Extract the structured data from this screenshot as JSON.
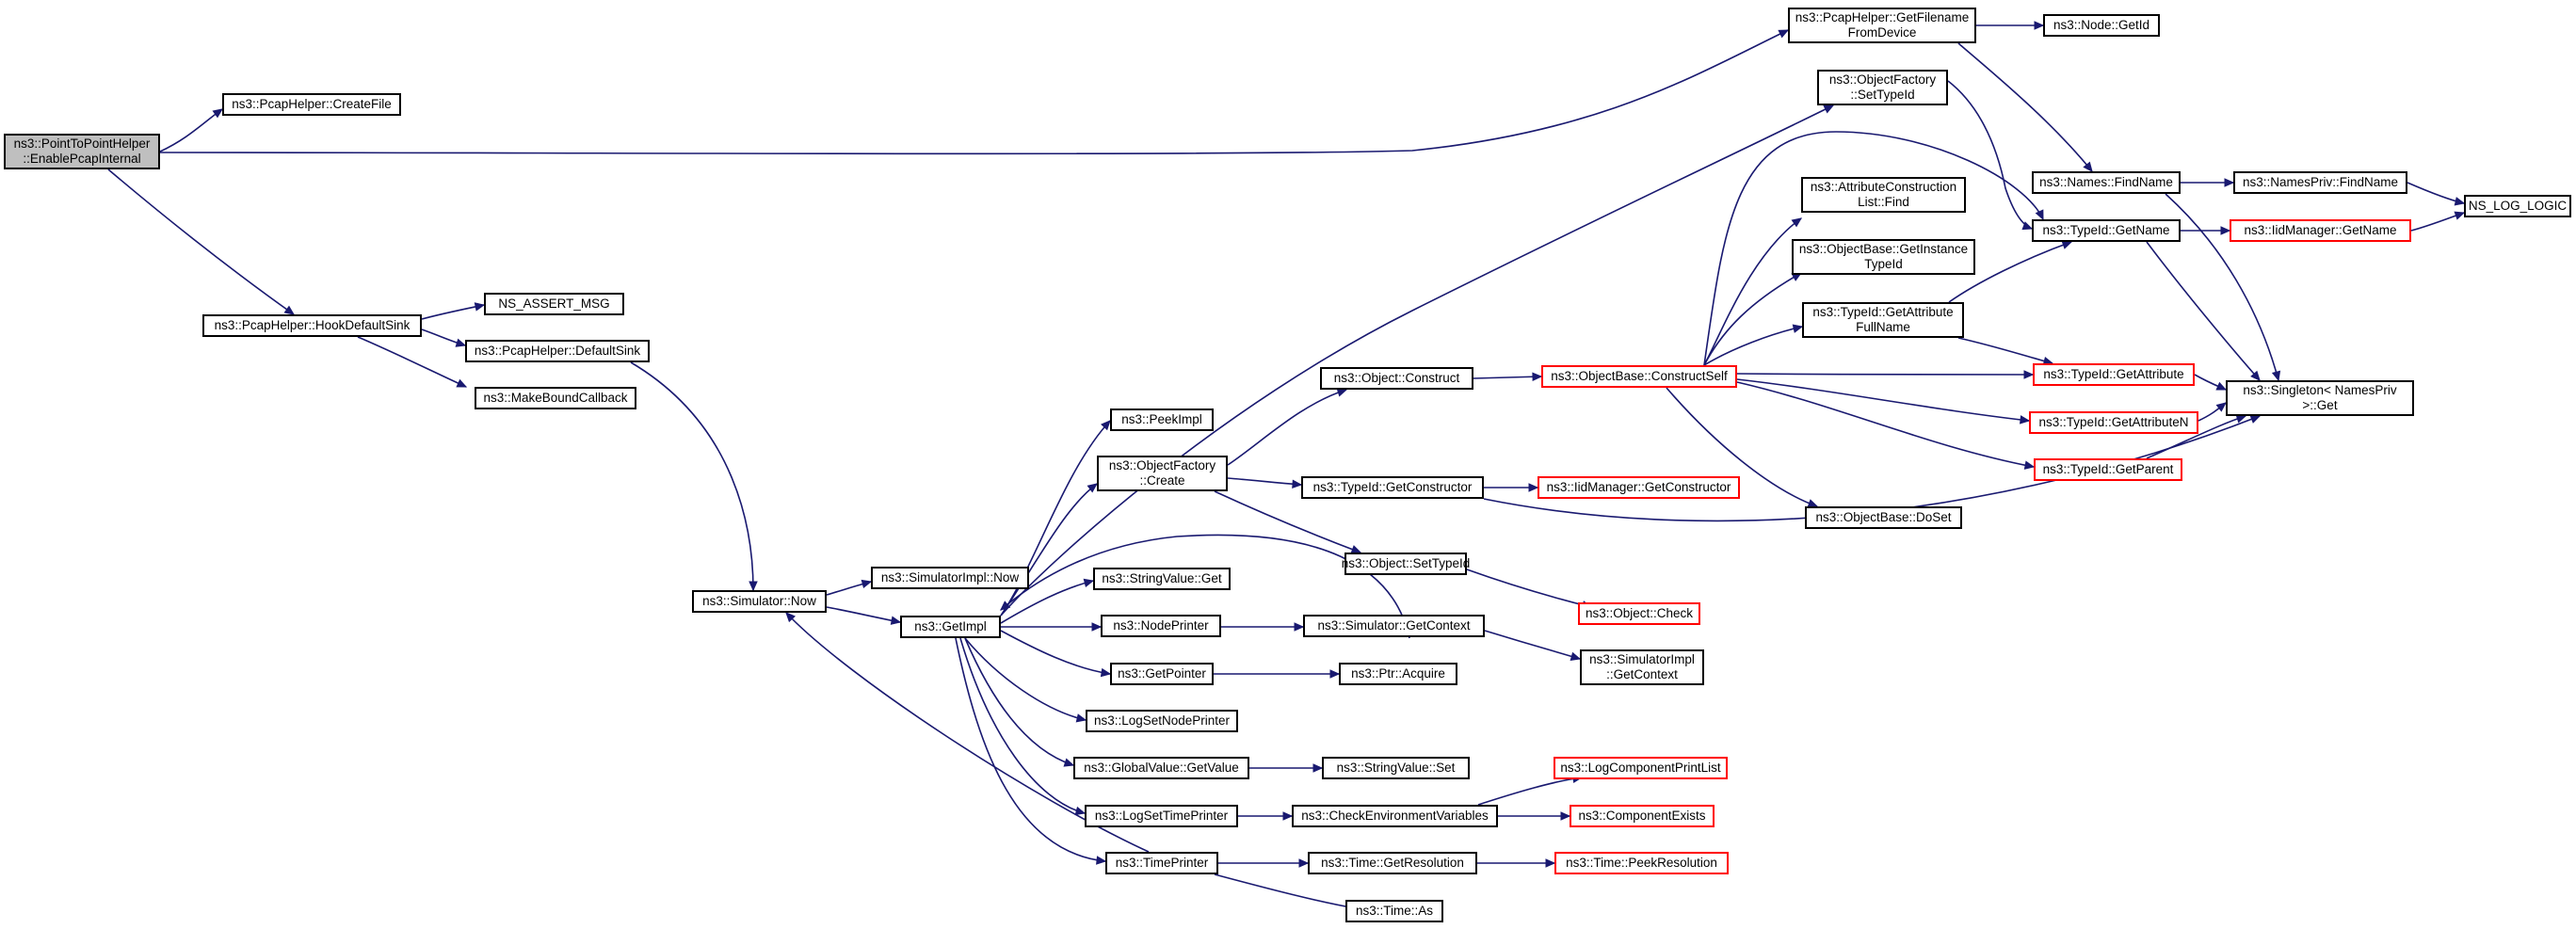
{
  "graph": {
    "colors": {
      "edge": "#191970",
      "root_fill": "#bfbfbf",
      "border": "#000000",
      "truncated_border": "#ff0000"
    },
    "nodes": [
      {
        "id": "root",
        "name": "node-pointtopointhelper-enablepcapinternal",
        "lines": [
          "ns3::PointToPointHelper",
          "::EnablePcapInternal"
        ],
        "root": true
      },
      {
        "id": "createfile",
        "name": "node-pcaphelper-createfile",
        "lines": [
          "ns3::PcapHelper::CreateFile"
        ]
      },
      {
        "id": "hookdefaultsink",
        "name": "node-pcaphelper-hookdefaultsink",
        "lines": [
          "ns3::PcapHelper::HookDefaultSink"
        ]
      },
      {
        "id": "ns_assert_msg",
        "name": "node-ns-assert-msg",
        "lines": [
          "NS_ASSERT_MSG"
        ]
      },
      {
        "id": "defaultsink",
        "name": "node-pcaphelper-defaultsink",
        "lines": [
          "ns3::PcapHelper::DefaultSink"
        ]
      },
      {
        "id": "makeboundcallback",
        "name": "node-makeboundcallback",
        "lines": [
          "ns3::MakeBoundCallback"
        ]
      },
      {
        "id": "simnow",
        "name": "node-simulator-now",
        "lines": [
          "ns3::Simulator::Now"
        ]
      },
      {
        "id": "simimplnow",
        "name": "node-simulatorimpl-now",
        "lines": [
          "ns3::SimulatorImpl::Now"
        ]
      },
      {
        "id": "getimpl",
        "name": "node-getimpl",
        "lines": [
          "ns3::GetImpl"
        ]
      },
      {
        "id": "peekimpl",
        "name": "node-peekimpl",
        "lines": [
          "ns3::PeekImpl"
        ]
      },
      {
        "id": "objfactorycreate",
        "name": "node-objectfactory-create",
        "lines": [
          "ns3::ObjectFactory",
          "::Create"
        ]
      },
      {
        "id": "stringvalueget",
        "name": "node-stringvalue-get",
        "lines": [
          "ns3::StringValue::Get"
        ]
      },
      {
        "id": "nodeprinter",
        "name": "node-nodeprinter",
        "lines": [
          "ns3::NodePrinter"
        ]
      },
      {
        "id": "getpointer",
        "name": "node-getpointer",
        "lines": [
          "ns3::GetPointer"
        ]
      },
      {
        "id": "logsetnodeprinter",
        "name": "node-logsetnodeprinter",
        "lines": [
          "ns3::LogSetNodePrinter"
        ]
      },
      {
        "id": "globalvalueget",
        "name": "node-globalvalue-getvalue",
        "lines": [
          "ns3::GlobalValue::GetValue"
        ]
      },
      {
        "id": "logsettimeprinter",
        "name": "node-logsettimeprinter",
        "lines": [
          "ns3::LogSetTimePrinter"
        ]
      },
      {
        "id": "timeprinter",
        "name": "node-timeprinter",
        "lines": [
          "ns3::TimePrinter"
        ]
      },
      {
        "id": "objectconstruct",
        "name": "node-object-construct",
        "lines": [
          "ns3::Object::Construct"
        ]
      },
      {
        "id": "getconstructor",
        "name": "node-typeid-getconstructor",
        "lines": [
          "ns3::TypeId::GetConstructor"
        ]
      },
      {
        "id": "objectsettypeid",
        "name": "node-object-settypeid",
        "lines": [
          "ns3::Object::SetTypeId"
        ]
      },
      {
        "id": "simgetcontext",
        "name": "node-simulator-getcontext",
        "lines": [
          "ns3::Simulator::GetContext"
        ]
      },
      {
        "id": "ptracquire",
        "name": "node-ptr-acquire",
        "lines": [
          "ns3::Ptr::Acquire"
        ]
      },
      {
        "id": "stringvalueset",
        "name": "node-stringvalue-set",
        "lines": [
          "ns3::StringValue::Set"
        ]
      },
      {
        "id": "checkenv",
        "name": "node-checkenvironmentvariables",
        "lines": [
          "ns3::CheckEnvironmentVariables"
        ]
      },
      {
        "id": "timegetres",
        "name": "node-time-getresolution",
        "lines": [
          "ns3::Time::GetResolution"
        ]
      },
      {
        "id": "timeas",
        "name": "node-time-as",
        "lines": [
          "ns3::Time::As"
        ]
      },
      {
        "id": "constructself",
        "name": "node-objectbase-constructself",
        "lines": [
          "ns3::ObjectBase::ConstructSelf"
        ],
        "truncated": true
      },
      {
        "id": "iidgetconstructor",
        "name": "node-iidmanager-getconstructor",
        "lines": [
          "ns3::IidManager::GetConstructor"
        ],
        "truncated": true
      },
      {
        "id": "objectcheck",
        "name": "node-object-check",
        "lines": [
          "ns3::Object::Check"
        ],
        "truncated": true
      },
      {
        "id": "simimplgetcontext",
        "name": "node-simulatorimpl-getcontext",
        "lines": [
          "ns3::SimulatorImpl",
          "::GetContext"
        ]
      },
      {
        "id": "logcompprintlist",
        "name": "node-logcomponentprintlist",
        "lines": [
          "ns3::LogComponentPrintList"
        ],
        "truncated": true
      },
      {
        "id": "compexists",
        "name": "node-componentexists",
        "lines": [
          "ns3::ComponentExists"
        ],
        "truncated": true
      },
      {
        "id": "peekres",
        "name": "node-time-peekresolution",
        "lines": [
          "ns3::Time::PeekResolution"
        ],
        "truncated": true
      },
      {
        "id": "getfilename",
        "name": "node-pcaphelper-getfilenamefromdevice",
        "lines": [
          "ns3::PcapHelper::GetFilename",
          "FromDevice"
        ]
      },
      {
        "id": "nodegetid",
        "name": "node-node-getid",
        "lines": [
          "ns3::Node::GetId"
        ]
      },
      {
        "id": "objfactorysettypeid",
        "name": "node-objectfactory-settypeid",
        "lines": [
          "ns3::ObjectFactory",
          "::SetTypeId"
        ]
      },
      {
        "id": "attrconstfind",
        "name": "node-attributeconstructionlist-find",
        "lines": [
          "ns3::AttributeConstruction",
          "List::Find"
        ]
      },
      {
        "id": "getinsttypeid",
        "name": "node-objectbase-getinstancetypeid",
        "lines": [
          "ns3::ObjectBase::GetInstance",
          "TypeId"
        ]
      },
      {
        "id": "getattrfullname",
        "name": "node-typeid-getattributefullname",
        "lines": [
          "ns3::TypeId::GetAttribute",
          "FullName"
        ]
      },
      {
        "id": "doset",
        "name": "node-objectbase-doset",
        "lines": [
          "ns3::ObjectBase::DoSet"
        ]
      },
      {
        "id": "namesfindname",
        "name": "node-names-findname",
        "lines": [
          "ns3::Names::FindName"
        ]
      },
      {
        "id": "typeidgetname",
        "name": "node-typeid-getname",
        "lines": [
          "ns3::TypeId::GetName"
        ]
      },
      {
        "id": "getattribute",
        "name": "node-typeid-getattribute",
        "lines": [
          "ns3::TypeId::GetAttribute"
        ],
        "truncated": true
      },
      {
        "id": "getattributen",
        "name": "node-typeid-getattributen",
        "lines": [
          "ns3::TypeId::GetAttributeN"
        ],
        "truncated": true
      },
      {
        "id": "getparent",
        "name": "node-typeid-getparent",
        "lines": [
          "ns3::TypeId::GetParent"
        ],
        "truncated": true
      },
      {
        "id": "namesprivfind",
        "name": "node-namespriv-findname",
        "lines": [
          "ns3::NamesPriv::FindName"
        ]
      },
      {
        "id": "iidgetname",
        "name": "node-iidmanager-getname",
        "lines": [
          "ns3::IidManager::GetName"
        ],
        "truncated": true
      },
      {
        "id": "singletonget",
        "name": "node-singleton-namespriv-get",
        "lines": [
          "ns3::Singleton< NamesPriv",
          " >::Get"
        ]
      },
      {
        "id": "nslog",
        "name": "node-ns-log-logic",
        "lines": [
          "NS_LOG_LOGIC"
        ]
      }
    ]
  }
}
